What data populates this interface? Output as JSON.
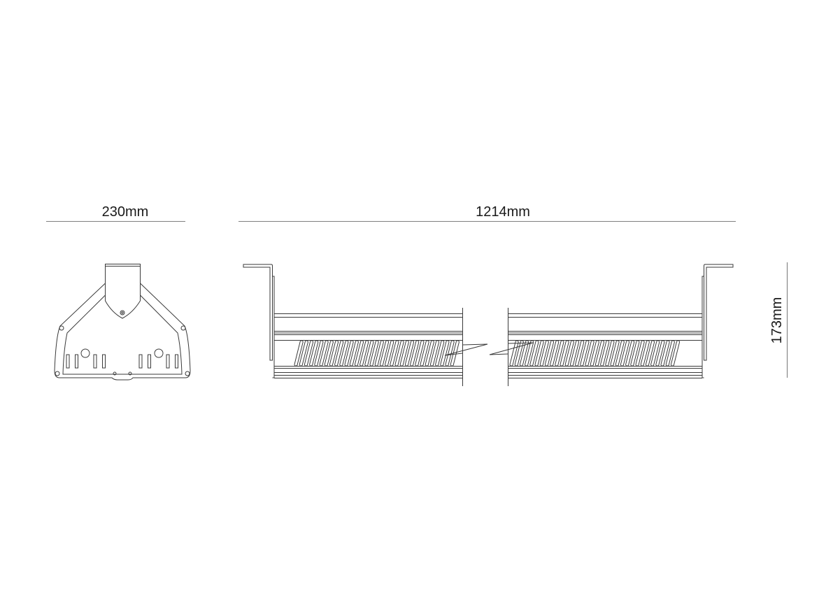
{
  "dimensions": {
    "width": "230mm",
    "length": "1214mm",
    "height": "173mm"
  },
  "views": {
    "side_view": "end-view",
    "front_view": "front-view-with-break"
  },
  "colors": {
    "line": "#3a3a3a",
    "background": "#ffffff"
  }
}
